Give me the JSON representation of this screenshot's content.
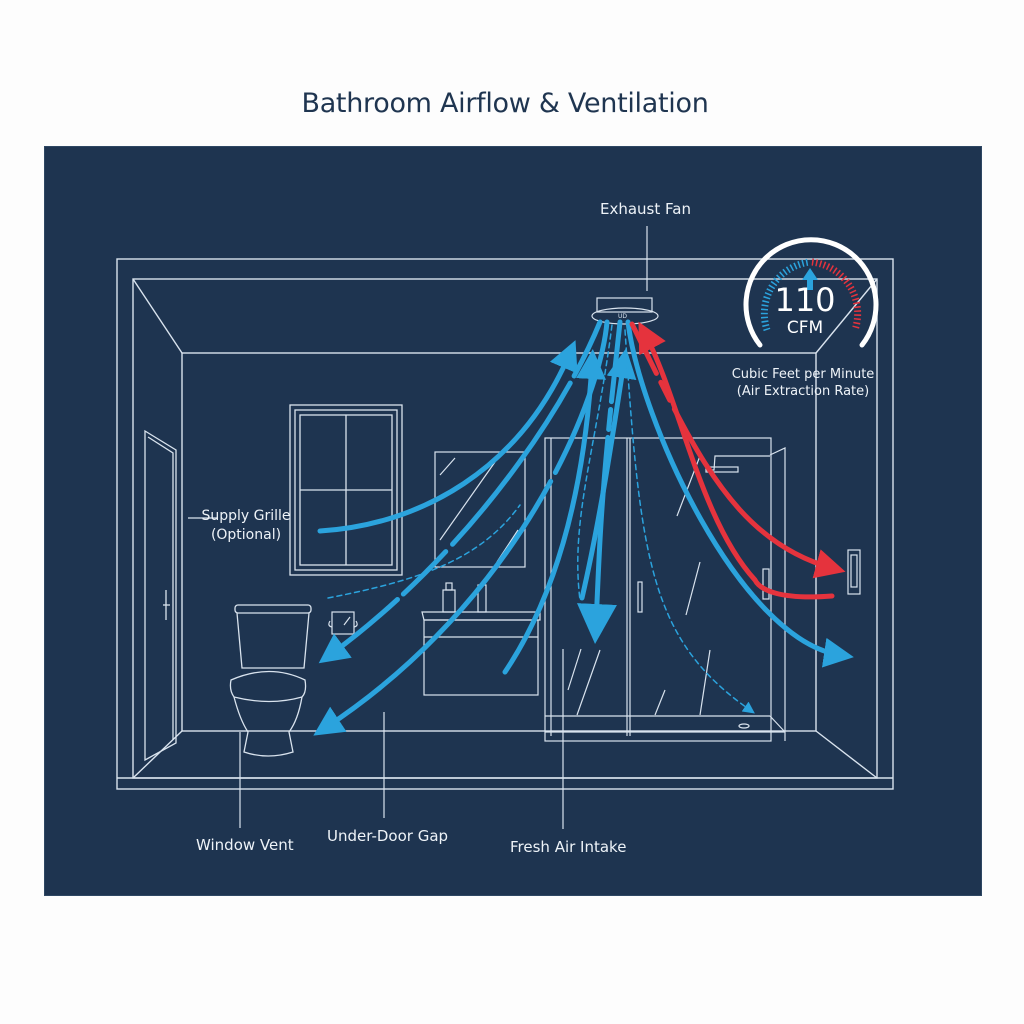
{
  "title": "Bathroom Airflow & Ventilation",
  "colors": {
    "background": "#fdfdfd",
    "panel": "#1e3450",
    "title_text": "#1f3550",
    "line_art": "#d9e3ee",
    "fresh_air": "#2ba3dd",
    "exhaust_air": "#e5333d"
  },
  "labels": {
    "exhaust_fan": "Exhaust Fan",
    "supply_grille_line1": "Supply Grille",
    "supply_grille_line2": "(Optional)",
    "window_vent": "Window Vent",
    "under_door_gap": "Under-Door Gap",
    "fresh_air_intake": "Fresh Air Intake"
  },
  "gauge": {
    "value": "110",
    "unit": "CFM",
    "description_line1": "Cubic Feet per Minute",
    "description_line2": "(Air Extraction Rate)"
  },
  "icons": {
    "fan": "exhaust-fan-icon",
    "toilet": "toilet-icon",
    "sink": "vanity-sink-icon",
    "mirror": "mirror-icon",
    "window": "window-icon",
    "shower": "shower-enclosure-icon",
    "door": "door-icon",
    "switch": "wall-switch-icon",
    "tp_holder": "toilet-paper-holder-icon"
  }
}
